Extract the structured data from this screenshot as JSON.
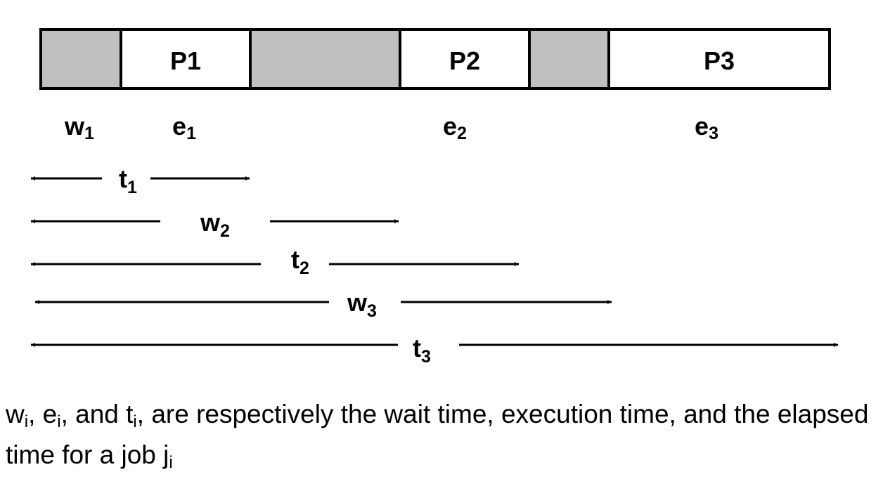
{
  "timeline": {
    "segments": [
      {
        "kind": "wait",
        "label": "",
        "color": "#c0c0c0"
      },
      {
        "kind": "job",
        "label": "P1",
        "color": "#ffffff"
      },
      {
        "kind": "wait",
        "label": "",
        "color": "#c0c0c0"
      },
      {
        "kind": "job",
        "label": "P2",
        "color": "#ffffff"
      },
      {
        "kind": "wait",
        "label": "",
        "color": "#c0c0c0"
      },
      {
        "kind": "job",
        "label": "P3",
        "color": "#ffffff"
      }
    ]
  },
  "symbols": {
    "w1": {
      "base": "w",
      "sub": "1"
    },
    "e1": {
      "base": "e",
      "sub": "1"
    },
    "e2": {
      "base": "e",
      "sub": "2"
    },
    "e3": {
      "base": "e",
      "sub": "3"
    }
  },
  "intervals": [
    {
      "base": "t",
      "sub": "1"
    },
    {
      "base": "w",
      "sub": "2"
    },
    {
      "base": "t",
      "sub": "2"
    },
    {
      "base": "w",
      "sub": "3"
    },
    {
      "base": "t",
      "sub": "3"
    }
  ],
  "caption": {
    "w": "w",
    "w_sub": "i",
    "sep1": ", ",
    "e": "e",
    "e_sub": "i",
    "sep2": ", and ",
    "t": "t",
    "t_sub": "i",
    "mid": ", are respectively the wait time, execution time, and the elapsed time for a job ",
    "j": "j",
    "j_sub": "i"
  }
}
